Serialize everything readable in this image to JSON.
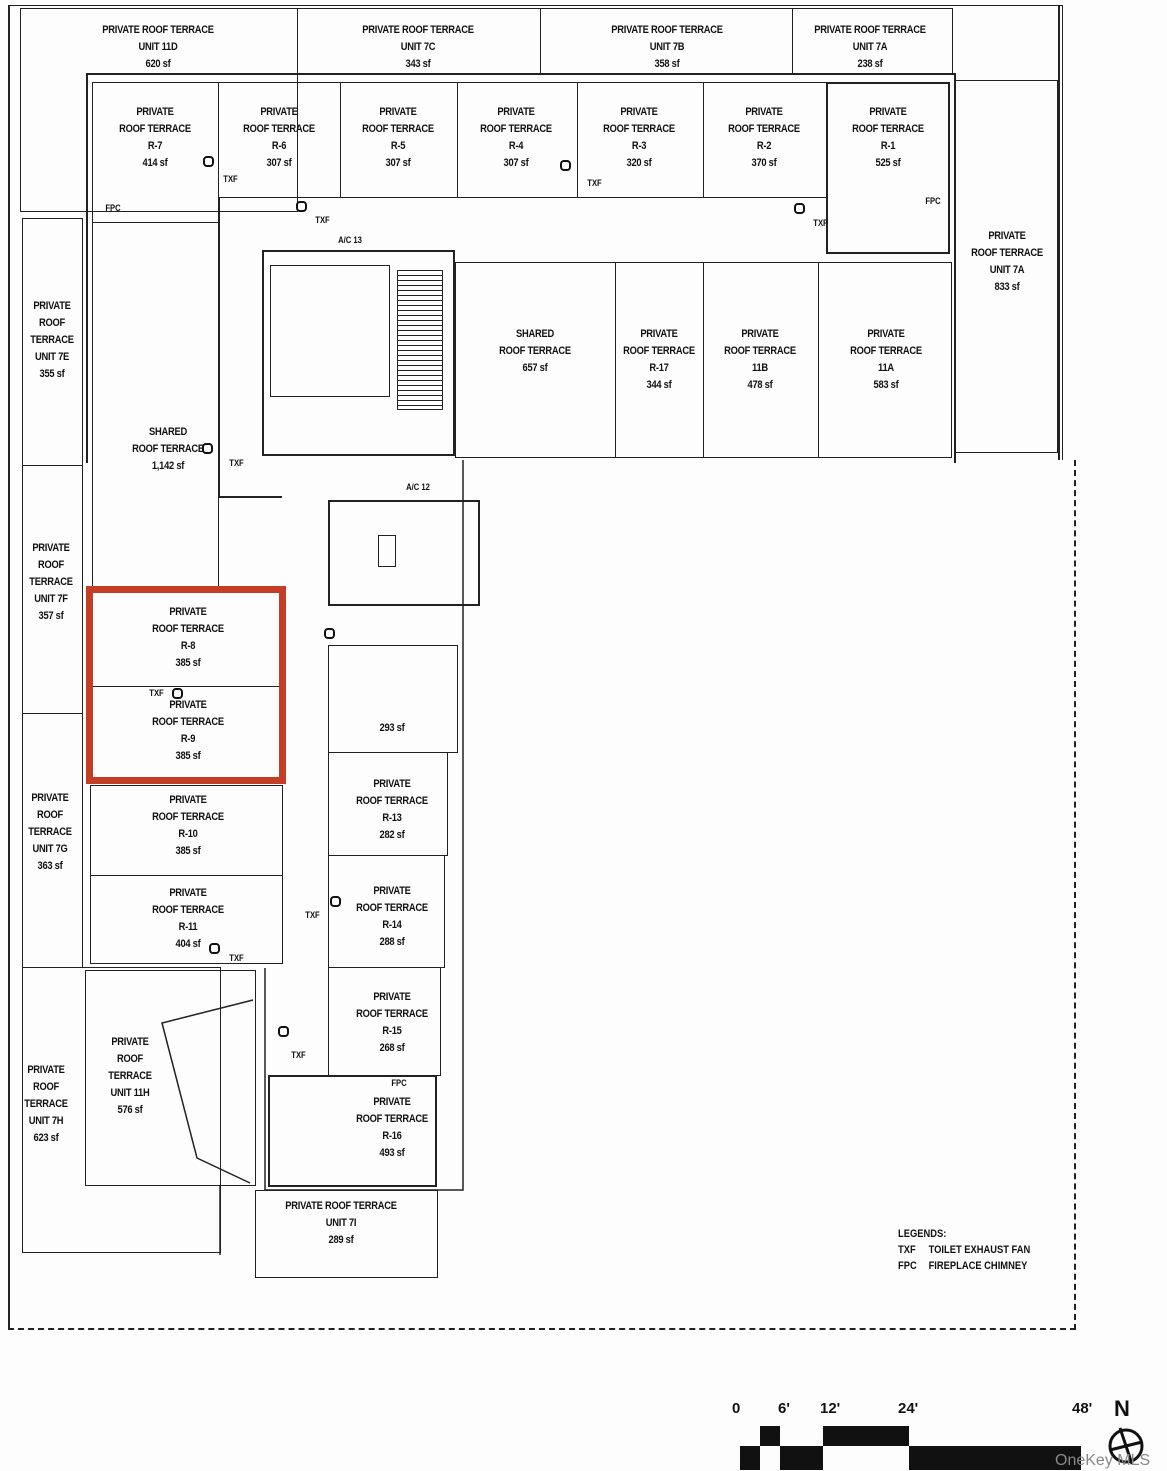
{
  "rooms": {
    "u11d": [
      "PRIVATE ROOF TERRACE",
      "UNIT 11D",
      "620 sf"
    ],
    "u7c_top": [
      "PRIVATE ROOF TERRACE",
      "UNIT 7C",
      "343 sf"
    ],
    "u7b": [
      "PRIVATE ROOF TERRACE",
      "UNIT 7B",
      "358 sf"
    ],
    "u7a_top": [
      "PRIVATE ROOF TERRACE",
      "UNIT 7A",
      "238 sf"
    ],
    "r7": [
      "PRIVATE",
      "ROOF TERRACE",
      "R-7",
      "414 sf"
    ],
    "r6": [
      "PRIVATE",
      "ROOF TERRACE",
      "R-6",
      "307 sf"
    ],
    "r5": [
      "PRIVATE",
      "ROOF TERRACE",
      "R-5",
      "307 sf"
    ],
    "r4": [
      "PRIVATE",
      "ROOF TERRACE",
      "R-4",
      "307 sf"
    ],
    "r3": [
      "PRIVATE",
      "ROOF TERRACE",
      "R-3",
      "320 sf"
    ],
    "r2": [
      "PRIVATE",
      "ROOF TERRACE",
      "R-2",
      "370 sf"
    ],
    "r1": [
      "PRIVATE",
      "ROOF TERRACE",
      "R-1",
      "525 sf"
    ],
    "u7a_right": [
      "PRIVATE",
      "ROOF TERRACE",
      "UNIT 7A",
      "833 sf"
    ],
    "shared657": [
      "SHARED",
      "ROOF TERRACE",
      "657 sf"
    ],
    "r17": [
      "PRIVATE",
      "ROOF TERRACE",
      "R-17",
      "344 sf"
    ],
    "u11b": [
      "PRIVATE",
      "ROOF TERRACE",
      "11B",
      "478 sf"
    ],
    "u11a": [
      "PRIVATE",
      "ROOF TERRACE",
      "11A",
      "583 sf"
    ],
    "u7e": [
      "PRIVATE",
      "ROOF",
      "TERRACE",
      "UNIT 7E",
      "355 sf"
    ],
    "shared1142": [
      "SHARED",
      "ROOF TERRACE",
      "1,142 sf"
    ],
    "u7f": [
      "PRIVATE",
      "ROOF",
      "TERRACE",
      "UNIT 7F",
      "357 sf"
    ],
    "r8": [
      "PRIVATE",
      "ROOF TERRACE",
      "R-8",
      "385 sf"
    ],
    "r9": [
      "PRIVATE",
      "ROOF TERRACE",
      "R-9",
      "385 sf"
    ],
    "r10": [
      "PRIVATE",
      "ROOF TERRACE",
      "R-10",
      "385 sf"
    ],
    "r11": [
      "PRIVATE",
      "ROOF TERRACE",
      "R-11",
      "404 sf"
    ],
    "u7g": [
      "PRIVATE",
      "ROOF",
      "TERRACE",
      "UNIT 7G",
      "363 sf"
    ],
    "r12": [
      "293 sf"
    ],
    "r13": [
      "PRIVATE",
      "ROOF TERRACE",
      "R-13",
      "282 sf"
    ],
    "r14": [
      "PRIVATE",
      "ROOF TERRACE",
      "R-14",
      "288 sf"
    ],
    "r15": [
      "PRIVATE",
      "ROOF TERRACE",
      "R-15",
      "268 sf"
    ],
    "r16": [
      "PRIVATE",
      "ROOF TERRACE",
      "R-16",
      "493 sf"
    ],
    "u11h": [
      "PRIVATE",
      "ROOF",
      "TERRACE",
      "UNIT 11H",
      "576 sf"
    ],
    "u7h": [
      "PRIVATE",
      "ROOF",
      "TERRACE",
      "UNIT 7H",
      "623 sf"
    ],
    "u7i": [
      "PRIVATE ROOF TERRACE",
      "UNIT 7I",
      "289 sf"
    ]
  },
  "tags": {
    "txf": "TXF",
    "fpc": "FPC",
    "ac13": "A/C 13",
    "ac12": "A/C 12"
  },
  "legend": {
    "title": "LEGENDS:",
    "items": [
      {
        "code": "TXF",
        "desc": "TOILET EXHAUST FAN"
      },
      {
        "code": "FPC",
        "desc": "FIREPLACE CHIMNEY"
      }
    ]
  },
  "scale": {
    "ticks": [
      "0",
      "6'",
      "12'",
      "24'",
      "48'"
    ],
    "north": "N"
  },
  "highlight_color": "#c43e26",
  "watermark": "OneKey MLS"
}
